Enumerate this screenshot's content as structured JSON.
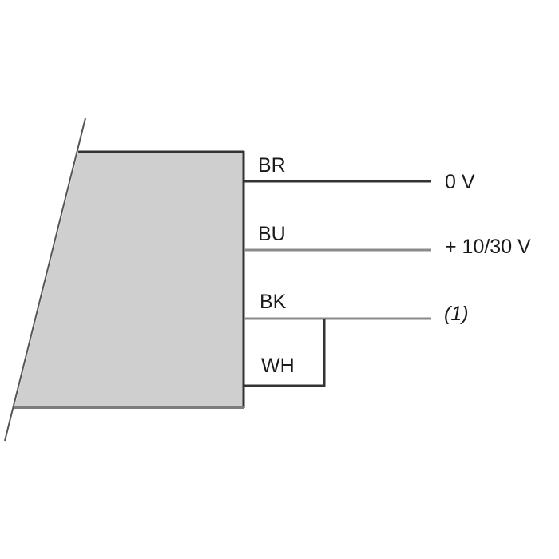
{
  "diagram": {
    "colors": {
      "body_fill": "#cfcfcf",
      "body_edge": "#7d7d7d",
      "line": "#333333",
      "text": "#1a1a1a"
    },
    "wires": [
      {
        "code": "BR",
        "terminal": "0 V"
      },
      {
        "code": "BU",
        "terminal": "+ 10/30 V"
      },
      {
        "code": "BK",
        "terminal": "(1)"
      }
    ],
    "loop_wire": {
      "code": "WH"
    }
  }
}
